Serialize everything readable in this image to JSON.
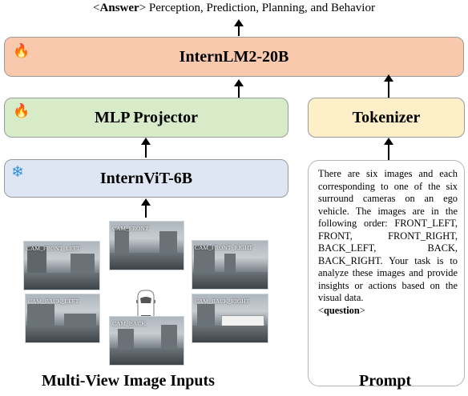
{
  "answer_line": {
    "tag_open": "<",
    "tag": "Answer",
    "tag_close": ">",
    "text": " Perception, Prediction, Planning, and Behavior"
  },
  "llm": {
    "label": "InternLM2-20B",
    "icon": "fire-icon"
  },
  "projector": {
    "label": "MLP Projector",
    "icon": "fire-icon"
  },
  "vit": {
    "label": "InternViT-6B",
    "icon": "snowflake-icon"
  },
  "tokenizer": {
    "label": "Tokenizer"
  },
  "cameras": {
    "front_left": "CAM_FRONT_LEFT",
    "front": "CAM_FRONT",
    "front_right": "CAM_FRONT_RIGHT",
    "back_left": "CAM_BACK_LEFT",
    "back": "CAM_BACK",
    "back_right": "CAM_BACK_RIGHT"
  },
  "prompt": {
    "text": "There are six images and each corresponding to one of the six surround cameras on an ego vehicle. The images are in the following order: FRONT_LEFT, FRONT, FRONT_RIGHT, BACK_LEFT, BACK, BACK_RIGHT. Your task is to analyze these images and provide insights or actions based on the visual data.",
    "question_open": "<",
    "question": "question",
    "question_close": ">"
  },
  "captions": {
    "images": "Multi-View Image Inputs",
    "prompt": "Prompt"
  },
  "colors": {
    "llm_fill": "#f8c9ad",
    "projector_fill": "#d8ebc9",
    "vit_fill": "#dde6f2",
    "tokenizer_fill": "#fdf0c9",
    "fire": "#e0481b",
    "snowflake": "#2f8fe0"
  }
}
